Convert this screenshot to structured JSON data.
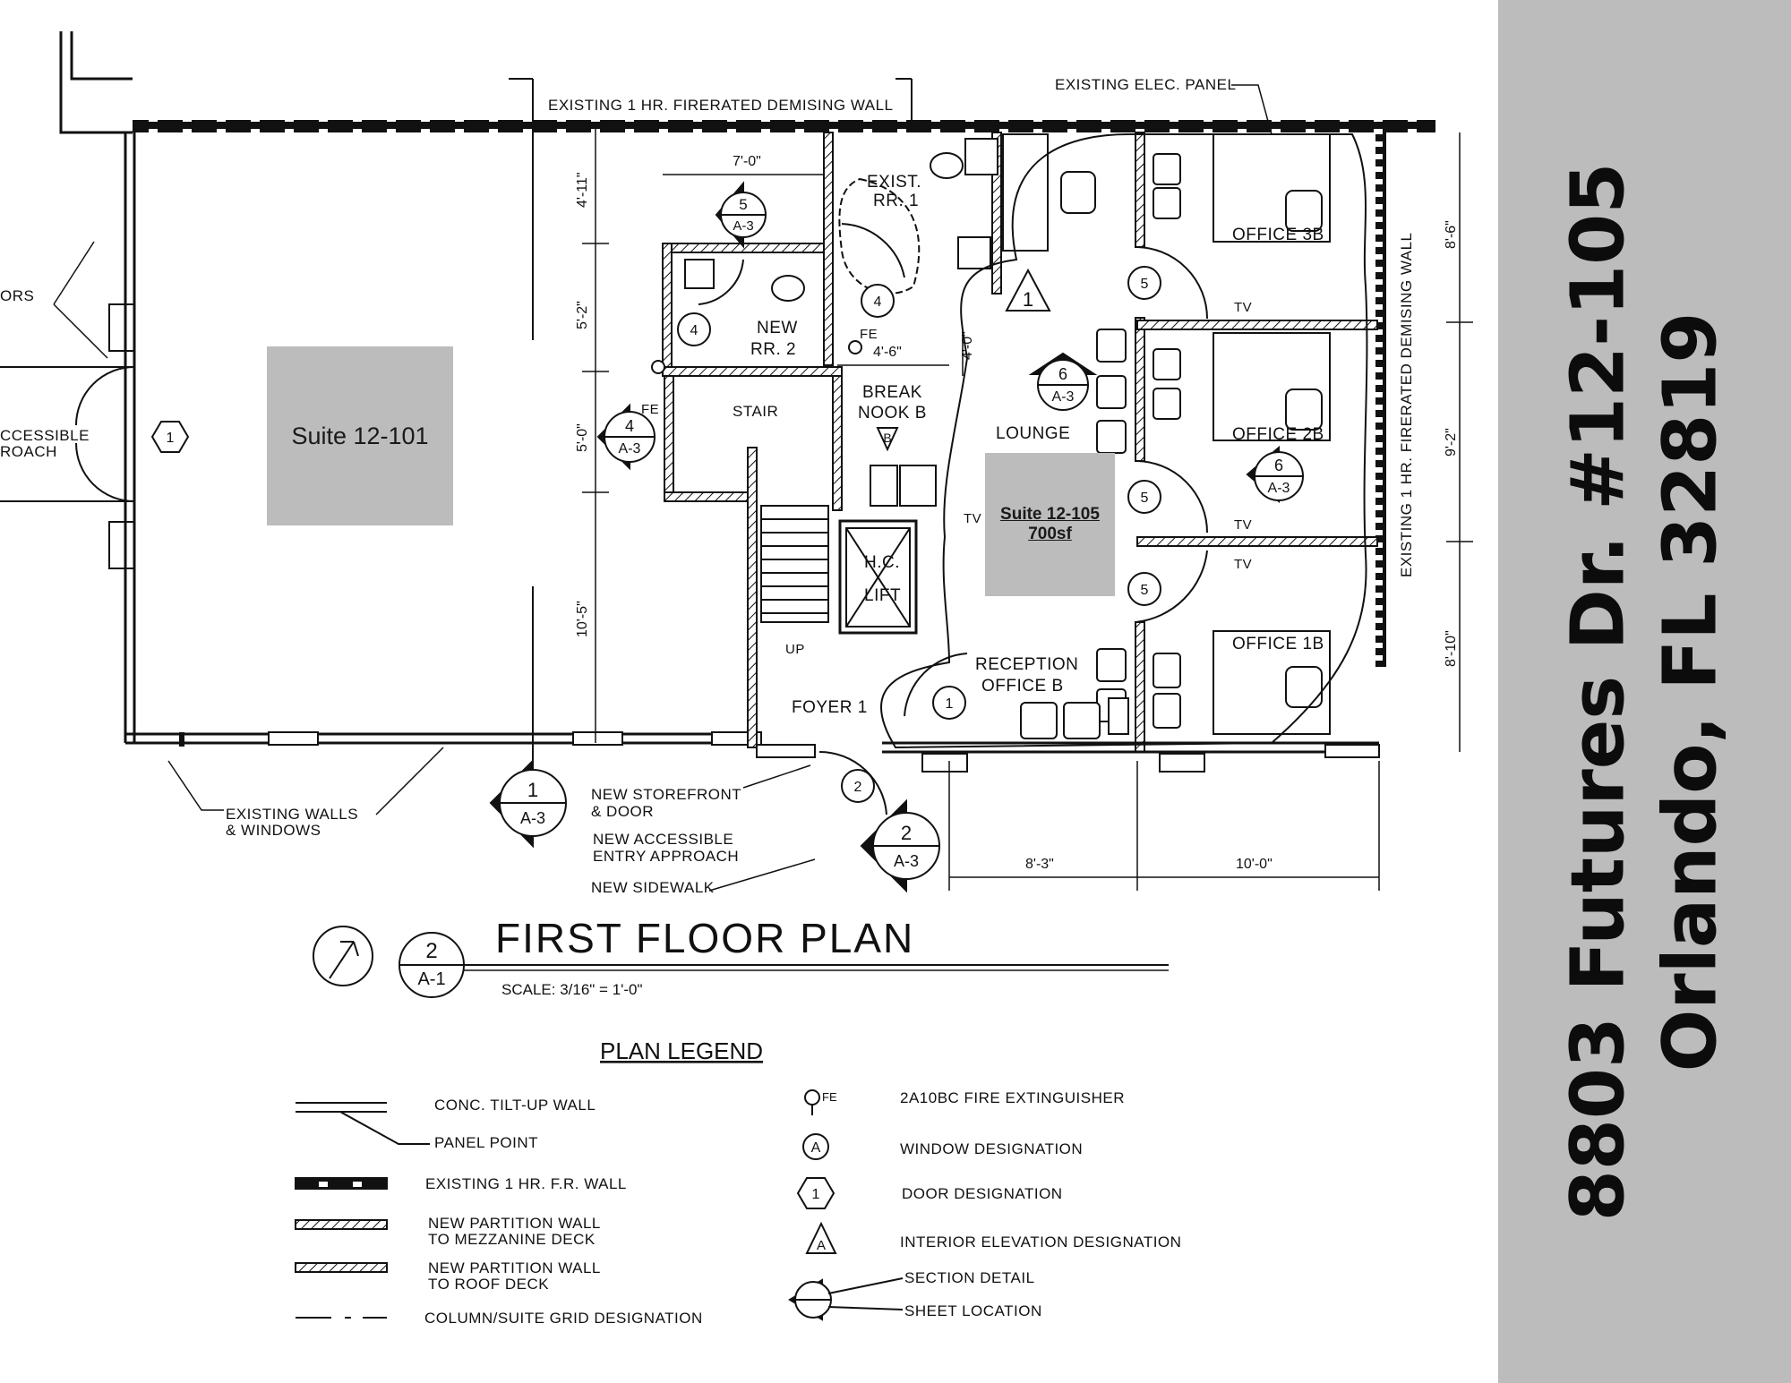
{
  "plan": {
    "title": "FIRST FLOOR PLAN",
    "scale": "SCALE: 3/16\" = 1'-0\"",
    "title_detail_number": "2",
    "title_sheet": "A-1"
  },
  "rooms": {
    "exist_rr1": [
      "EXIST.",
      "RR. 1"
    ],
    "new_rr2": [
      "NEW",
      "RR. 2"
    ],
    "stair": "STAIR",
    "break_nook": [
      "BREAK",
      "NOOK B"
    ],
    "lounge": "LOUNGE",
    "hc_lift": [
      "H.C.",
      "LIFT"
    ],
    "reception": [
      "RECEPTION",
      "OFFICE B"
    ],
    "foyer": "FOYER 1",
    "office_3b": "OFFICE 3B",
    "office_2b": "OFFICE 2B",
    "office_1b": "OFFICE 1B",
    "up": "UP",
    "fe": "FE",
    "tv": "TV",
    "elev_b": "B"
  },
  "notes": {
    "demising_top": "EXISTING 1 HR. FIRERATED DEMISING WALL",
    "demising_right": "EXISTING 1 HR. FIRERATED DEMISING WALL",
    "elec_panel": "EXISTING ELEC. PANEL",
    "doors_partial": "ORS",
    "accessible_partial": [
      "CCESSIBLE",
      "ROACH"
    ],
    "existing_walls": [
      "EXISTING WALLS",
      "& WINDOWS"
    ],
    "storefront": [
      "NEW STOREFRONT",
      "& DOOR"
    ],
    "entry_approach": [
      "NEW ACCESSIBLE",
      "ENTRY APPROACH"
    ],
    "sidewalk": "NEW SIDEWALK"
  },
  "dimensions": {
    "d_7_0": "7'-0\"",
    "d_4_11": "4'-11\"",
    "d_5_2": "5'-2\"",
    "d_5_0": "5'-0\"",
    "d_10_5": "10'-5\"",
    "d_4_6": "4'-6\"",
    "d_4_0": "4'-0\"",
    "d_8_6": "8'-6\"",
    "d_9_2": "9'-2\"",
    "d_8_10": "8'-10\"",
    "d_8_3": "8'-3\"",
    "d_10_0": "10'-0\""
  },
  "tags": {
    "doors": [
      "1",
      "4",
      "4",
      "5",
      "5",
      "5",
      "1",
      "2"
    ],
    "sections": [
      {
        "num": "5",
        "sheet": "A-3"
      },
      {
        "num": "4",
        "sheet": "A-3"
      },
      {
        "num": "6",
        "sheet": "A-3"
      },
      {
        "num": "6",
        "sheet": "A-3"
      },
      {
        "num": "1",
        "sheet": "A-3"
      },
      {
        "num": "2",
        "sheet": "A-3"
      }
    ],
    "elevation_1": "1"
  },
  "legend": {
    "title": "PLAN LEGEND",
    "items": {
      "tilt_up": "CONC. TILT-UP WALL",
      "panel_point": "PANEL POINT",
      "fr_wall": "EXISTING 1 HR. F.R. WALL",
      "mezz_wall": [
        "NEW PARTITION WALL",
        "TO MEZZANINE DECK"
      ],
      "roof_wall": [
        "NEW PARTITION WALL",
        "TO ROOF DECK"
      ],
      "grid": "COLUMN/SUITE GRID DESIGNATION",
      "extinguisher": "2A10BC FIRE EXTINGUISHER",
      "window": "WINDOW DESIGNATION",
      "door": "DOOR DESIGNATION",
      "elevation": "INTERIOR ELEVATION DESIGNATION",
      "section": "SECTION DETAIL",
      "sheet": "SHEET LOCATION"
    },
    "symbols": {
      "window": "A",
      "door": "1",
      "elevation": "A",
      "fe": "FE"
    }
  },
  "suites": {
    "s101": "Suite 12-101",
    "s105_name": "Suite 12-105",
    "s105_area": "700sf"
  },
  "sidebar": {
    "line1": "8803 Futures Dr. #12-105",
    "line2": "Orlando, FL 32819"
  }
}
